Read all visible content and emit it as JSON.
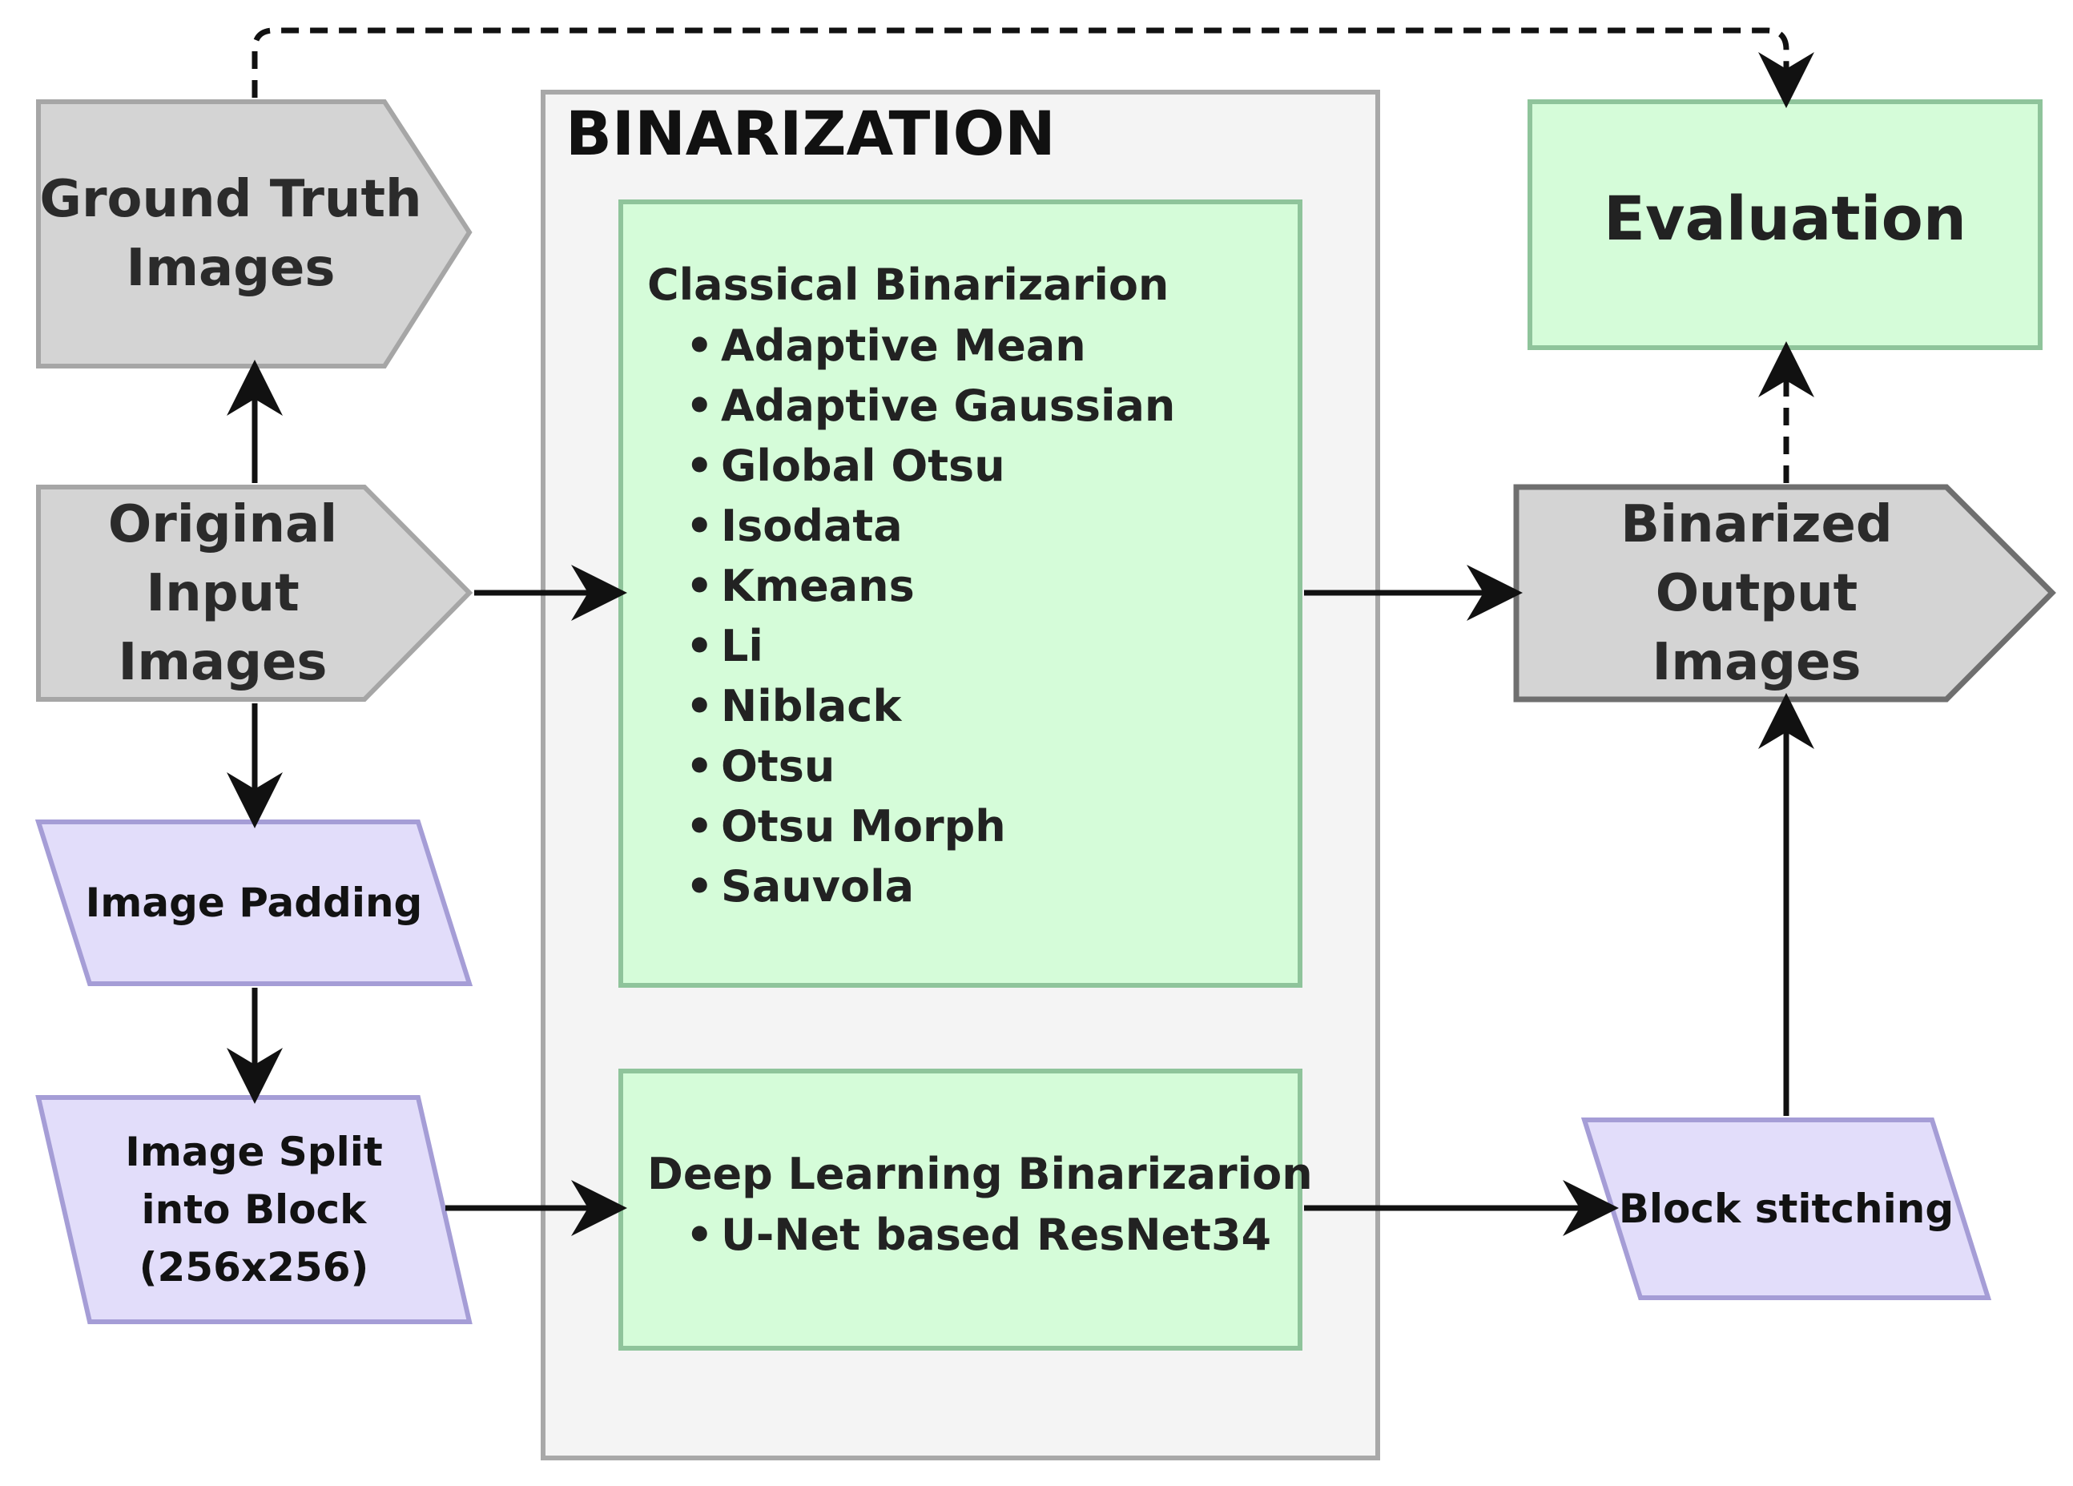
{
  "nodes": {
    "ground_truth": {
      "line1": "Ground Truth",
      "line2": "Images"
    },
    "original_input": {
      "line1": "Original",
      "line2": "Input Images"
    },
    "image_padding": {
      "label": "Image Padding"
    },
    "image_split": {
      "line1": "Image Split",
      "line2": "into Block",
      "line3": "(256x256)"
    },
    "binarization": {
      "title": "BINARIZATION"
    },
    "classical": {
      "title": "Classical Binarizarion",
      "items": [
        "Adaptive Mean",
        "Adaptive Gaussian",
        "Global Otsu",
        "Isodata",
        "Kmeans",
        "Li",
        "Niblack",
        "Otsu",
        "Otsu Morph",
        "Sauvola"
      ]
    },
    "deep_learning": {
      "title": "Deep Learning Binarizarion",
      "items": [
        "U-Net based ResNet34"
      ]
    },
    "evaluation": {
      "label": "Evaluation"
    },
    "binarized_output": {
      "line1": "Binarized Output",
      "line2": "Images"
    },
    "block_stitching": {
      "label": "Block stitching"
    }
  },
  "bullet_glyph": "•",
  "colors": {
    "gray_fill": "#d4d4d4",
    "gray_stroke": "#a6a6a6",
    "green_fill": "#d5fcd9",
    "green_stroke": "#8fc49b",
    "purple_fill": "#e2ddfa",
    "purple_stroke": "#a59dd6",
    "container_fill": "#f4f4f4",
    "container_stroke": "#a8a8a8",
    "arrow": "#111111"
  }
}
